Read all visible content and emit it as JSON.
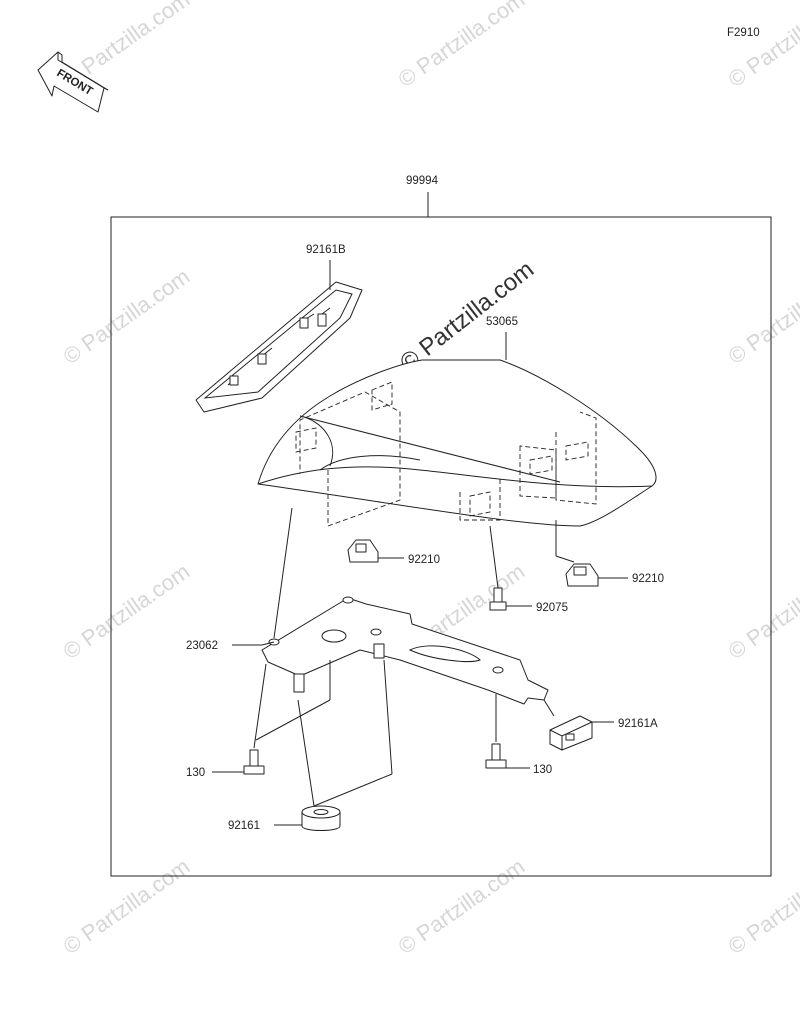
{
  "figure_code": "F2910",
  "front_label": "FRONT",
  "watermark_text": "© Partzilla.com",
  "callouts": {
    "kit": "99994",
    "cover": "53065",
    "cover_piece": "92161B",
    "nut_left": "92210",
    "nut_right": "92210",
    "screw_center": "92075",
    "bracket": "23062",
    "damper_b": "92161A",
    "bolt_left": "130",
    "bolt_right": "130",
    "damper": "92161"
  },
  "colors": {
    "line": "#222222",
    "watermark": "#d6d6d6"
  }
}
